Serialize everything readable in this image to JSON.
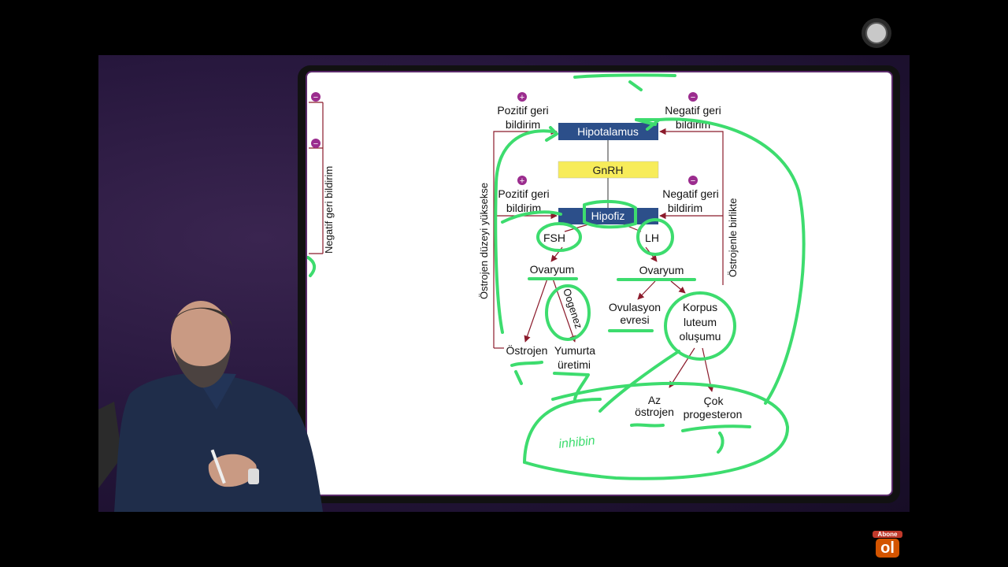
{
  "slide": {
    "left_panel": {
      "label": "Negatif geri bildirim"
    },
    "top_pos": {
      "sign": "+",
      "line1": "Pozitif geri",
      "line2": "bildirim"
    },
    "top_neg": {
      "sign": "−",
      "line1": "Negatif geri",
      "line2": "bildirim"
    },
    "mid_pos": {
      "sign": "+",
      "line1": "Pozitif geri",
      "line2": "bildirim"
    },
    "mid_neg": {
      "sign": "−",
      "line1": "Negatif geri",
      "line2": "bildirim"
    },
    "boxes": {
      "hipotalamus": "Hipotalamus",
      "gnrh": "GnRH",
      "hipofiz": "Hipofiz"
    },
    "left_vertical": "Östrojen düzeyi yüksekse",
    "right_vertical": "Östrojenle birlikte",
    "fsh": "FSH",
    "lh": "LH",
    "ovaryum_left": "Ovaryum",
    "ovaryum_right": "Ovaryum",
    "oogenez": "Oogenez",
    "ostrojen": "Östrojen",
    "yumurta": {
      "line1": "Yumurta",
      "line2": "üretimi"
    },
    "ovulasyon": {
      "line1": "Ovulasyon",
      "line2": "evresi"
    },
    "korpus": {
      "line1": "Korpus",
      "line2": "luteum",
      "line3": "oluşumu"
    },
    "az": {
      "line1": "Az",
      "line2": "östrojen"
    },
    "cok": {
      "line1": "Çok",
      "line2": "progesteron"
    },
    "handwriting": "inhibin"
  },
  "logo": {
    "top": "Abone",
    "main": "ol"
  },
  "colors": {
    "accent_green": "#3ddc6e",
    "box_blue": "#2c4f8a",
    "box_yellow": "#f7ec5a",
    "arrow_red": "#8b1a2b",
    "sign_purple": "#9b2c8e"
  }
}
